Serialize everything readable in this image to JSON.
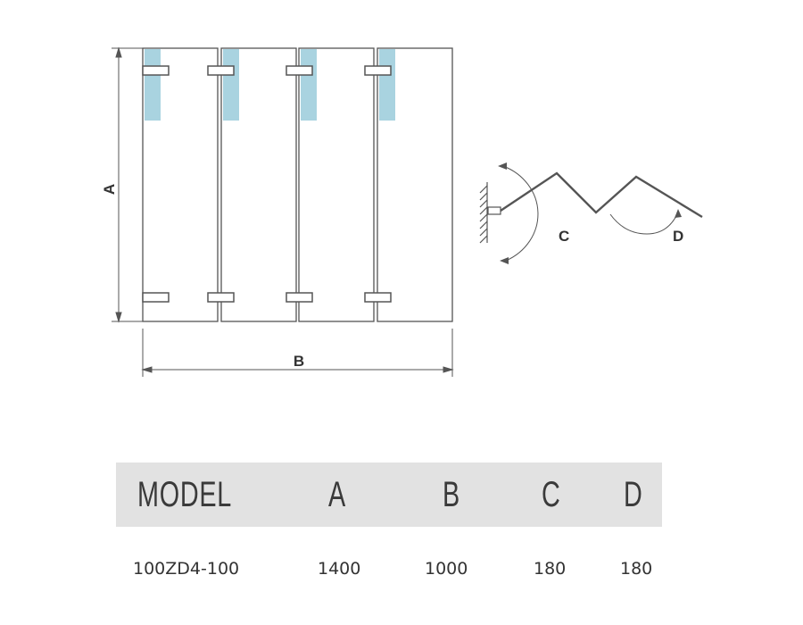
{
  "diagram": {
    "dimension_labels": {
      "height": "A",
      "width": "B",
      "angle_wall": "C",
      "angle_panel": "D"
    },
    "colors": {
      "line": "#555555",
      "glass_highlight": "#a9d3e0",
      "table_header_bg": "#e2e2e2"
    }
  },
  "table": {
    "headers": [
      "MODEL",
      "A",
      "B",
      "C",
      "D"
    ],
    "rows": [
      [
        "100ZD4-100",
        "1400",
        "1000",
        "180",
        "180"
      ]
    ]
  }
}
